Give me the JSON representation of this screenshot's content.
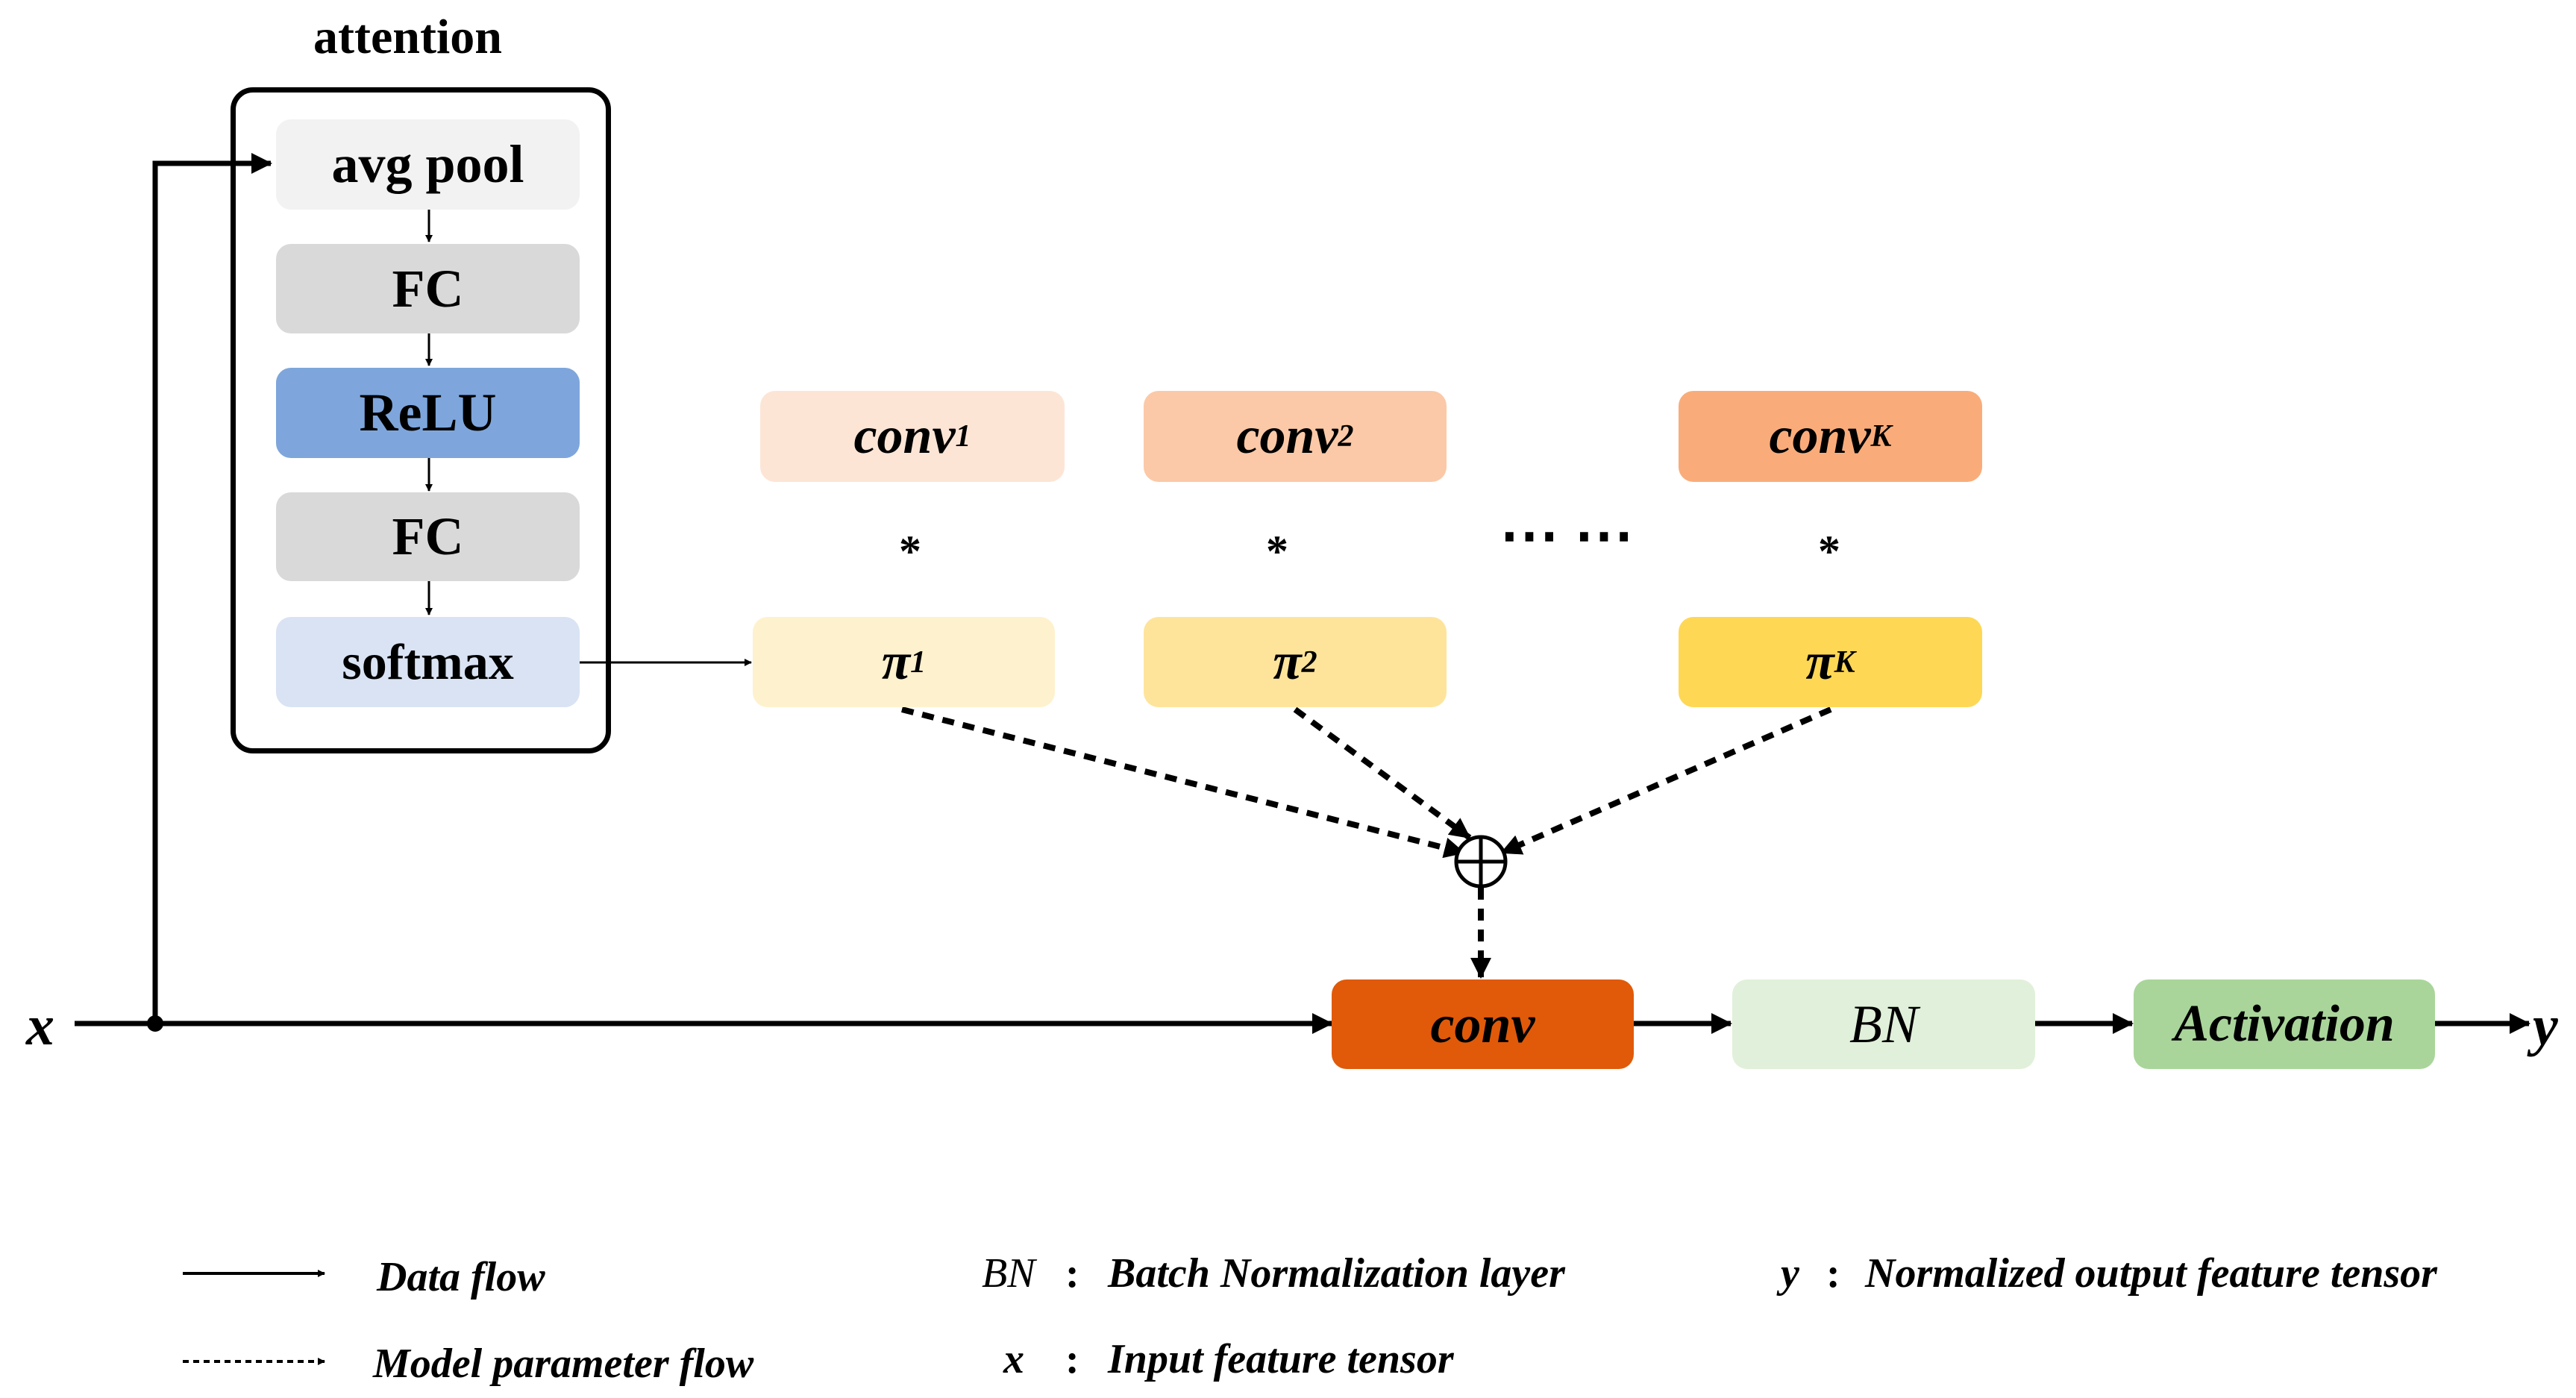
{
  "attention": {
    "title": "attention",
    "blocks": [
      "avg pool",
      "FC",
      "ReLU",
      "FC",
      "softmax"
    ]
  },
  "kernels": {
    "convs": [
      {
        "base": "conv",
        "sub": "1"
      },
      {
        "base": "conv",
        "sub": "2"
      },
      {
        "base": "conv",
        "sub": "K"
      }
    ],
    "star": "*",
    "pis": [
      {
        "base": "π",
        "sub": "1"
      },
      {
        "base": "π",
        "sub": "2"
      },
      {
        "base": "π",
        "sub": "K"
      }
    ],
    "ellipsis": "⋯ ⋯"
  },
  "pipeline": {
    "input": "x",
    "conv": "conv",
    "bn": "BN",
    "activation": "Activation",
    "output": "y"
  },
  "legend": {
    "data_flow": "Data flow",
    "param_flow": "Model parameter flow",
    "bn_key": "BN",
    "bn_sep": ":",
    "bn_desc": "Batch Normalization layer",
    "x_key": "x",
    "x_sep": ":",
    "x_desc": "Input feature tensor",
    "y_key": "y",
    "y_sep": ":",
    "y_desc": "Normalized output feature tensor"
  },
  "colors": {
    "avg_pool": "#f2f2f2",
    "fc": "#d9d9d9",
    "relu": "#7ea6dc",
    "softmax": "#d9e3f3",
    "conv1": "#fde5d6",
    "conv2": "#fbc9a7",
    "convK": "#f9ac7a",
    "pi1": "#fef1cd",
    "pi2": "#fee49b",
    "piK": "#fed755",
    "conv_main": "#e05a0a",
    "bn": "#e1f0da",
    "activation": "#a9d59a"
  },
  "icons": [
    "oplus-icon",
    "arrow-icon"
  ]
}
